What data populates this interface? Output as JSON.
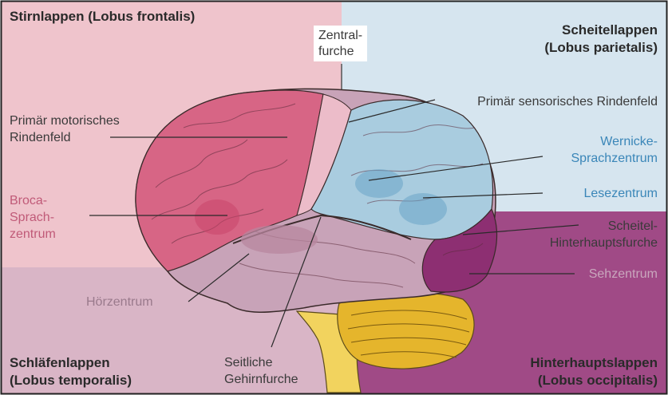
{
  "diagram": {
    "regions": {
      "frontal": "Stirnlappen (Lobus frontalis)",
      "parietal": "Scheitellappen\n(Lobus parietalis)",
      "temporal": "Schläfenlappen\n(Lobus temporalis)",
      "occipital": "Hinterhauptslappen\n(Lobus occipitalis)"
    },
    "labels": {
      "central_sulcus": "Zentral-\nfurche",
      "primary_motor": "Primär motorisches\nRindenfeld",
      "primary_sensory": "Primär sensorisches Rindenfeld",
      "wernicke": "Wernicke-\nSprachzentrum",
      "reading_center": "Lesezentrum",
      "parieto_occipital": "Scheitel-\nHinterhauptsfurche",
      "visual_center": "Sehzentrum",
      "broca": "Broca-\nSprach-\nzentrum",
      "auditory": "Hörzentrum",
      "lateral_sulcus": "Seitliche\nGehirnfurche"
    },
    "colors": {
      "frontal_bg": "#efc4cc",
      "parietal_bg": "#d6e5ef",
      "temporal_bg": "#d9b5c6",
      "occipital_bg": "#a04a86",
      "frontal_lobe": "#d76585",
      "motor_strip": "#ecbcc9",
      "parietal_lobe": "#a9ccdf",
      "temporal_lobe": "#c8a3b8",
      "occipital_lobe": "#8d2f72",
      "cerebellum": "#e5b52c",
      "brainstem": "#f2d35e",
      "label_blue": "#3a86b8"
    }
  }
}
